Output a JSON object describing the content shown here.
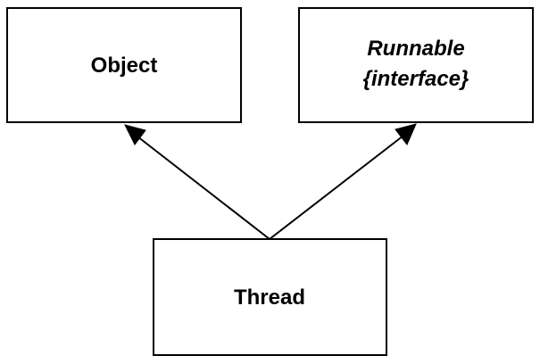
{
  "nodes": {
    "object": {
      "label": "Object"
    },
    "runnable": {
      "label_line1": "Runnable",
      "label_line2": "{interface}"
    },
    "thread": {
      "label": "Thread"
    }
  },
  "edges": [
    {
      "from": "thread",
      "to": "object",
      "arrow": "filled-triangle"
    },
    {
      "from": "thread",
      "to": "runnable",
      "arrow": "filled-triangle"
    }
  ],
  "colors": {
    "stroke": "#000000",
    "fill": "#ffffff",
    "text": "#000000"
  }
}
